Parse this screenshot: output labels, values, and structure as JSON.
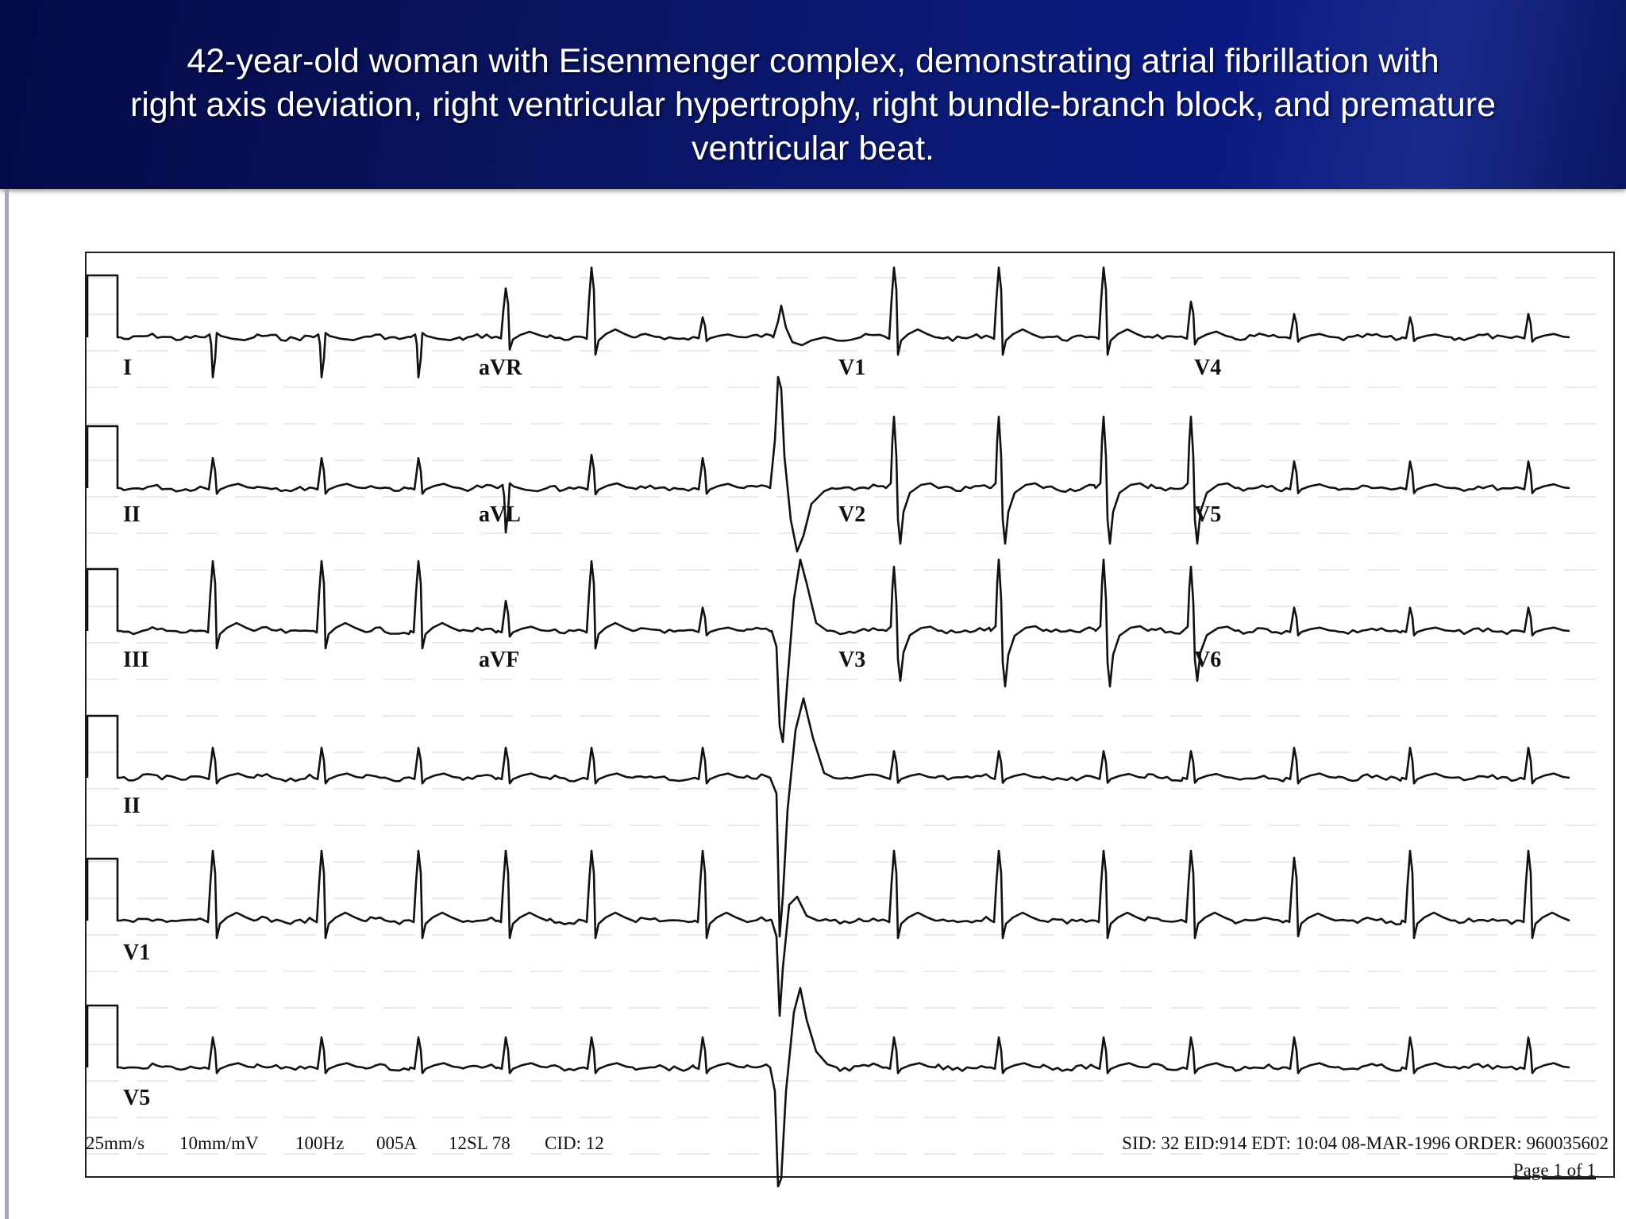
{
  "slide": {
    "title": "42-year-old woman with Eisenmenger complex, demonstrating atrial fibrillation with\nright axis deviation, right ventricular hypertrophy, right bundle-branch block, and premature\nventricular beat."
  },
  "ecg": {
    "lead_labels": [
      [
        "I",
        "aVR",
        "V1",
        "V4"
      ],
      [
        "II",
        "aVL",
        "V2",
        "V5"
      ],
      [
        "III",
        "aVF",
        "V3",
        "V6"
      ]
    ],
    "rhythm_labels": [
      "II",
      "V1",
      "V5"
    ],
    "footer": {
      "speed": "25mm/s",
      "gain": "10mm/mV",
      "filter": "100Hz",
      "code1": "005A",
      "code2": "12SL 78",
      "cid": "CID: 12",
      "record": "SID: 32 EID:914 EDT: 10:04 08-MAR-1996 ORDER: 960035602",
      "page": "Page 1 of 1"
    }
  }
}
